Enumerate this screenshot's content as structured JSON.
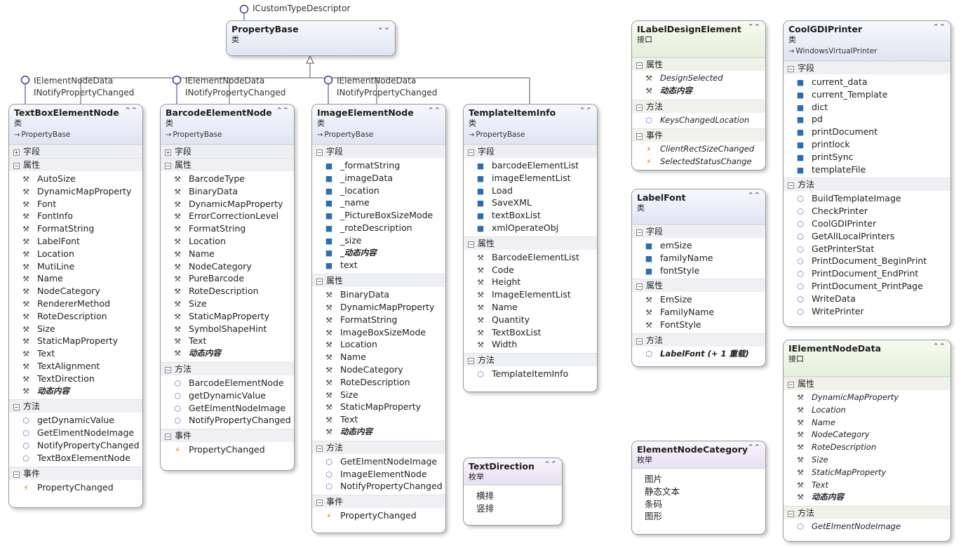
{
  "labels": {
    "fields": "字段",
    "properties": "属性",
    "methods": "方法",
    "events": "事件"
  },
  "top_interface": "ICustomTypeDescriptor",
  "lollipop_labels": {
    "textbox": [
      "IElementNodeData",
      "INotifyPropertyChanged"
    ],
    "barcode": [
      "IElementNodeData",
      "INotifyPropertyChanged"
    ],
    "image": [
      "IElementNodeData",
      "INotifyPropertyChanged"
    ]
  },
  "propertybase": {
    "name": "PropertyBase",
    "kind": "类"
  },
  "textbox": {
    "name": "TextBoxElementNode",
    "kind": "类",
    "base": "PropertyBase",
    "properties": [
      "AutoSize",
      "DynamicMapProperty",
      "Font",
      "FontInfo",
      "FormatString",
      "LabelFont",
      "Location",
      "MutiLine",
      "Name",
      "NodeCategory",
      "RendererMethod",
      "RoteDescription",
      "Size",
      "StaticMapProperty",
      "Text",
      "TextAlignment",
      "TextDirection",
      "动态内容"
    ],
    "methods": [
      "getDynamicValue",
      "GetElmentNodeImage",
      "NotifyPropertyChanged",
      "TextBoxElementNode"
    ],
    "events": [
      "PropertyChanged"
    ]
  },
  "barcode": {
    "name": "BarcodeElementNode",
    "kind": "类",
    "base": "PropertyBase",
    "properties": [
      "BarcodeType",
      "BinaryData",
      "DynamicMapProperty",
      "ErrorCorrectionLevel",
      "FormatString",
      "Location",
      "Name",
      "NodeCategory",
      "PureBarcode",
      "RoteDescription",
      "Size",
      "StaticMapProperty",
      "SymbolShapeHint",
      "Text",
      "动态内容"
    ],
    "methods": [
      "BarcodeElementNode",
      "getDynamicValue",
      "GetElmentNodeImage",
      "NotifyPropertyChanged"
    ],
    "events": [
      "PropertyChanged"
    ]
  },
  "image": {
    "name": "ImageElementNode",
    "kind": "类",
    "base": "PropertyBase",
    "fields": [
      "_formatString",
      "_imageData",
      "_location",
      "_name",
      "_PictureBoxSizeMode",
      "_roteDescription",
      "_size",
      "_动态内容",
      "text"
    ],
    "properties": [
      "BinaryData",
      "DynamicMapProperty",
      "FormatString",
      "ImageBoxSizeMode",
      "Location",
      "Name",
      "NodeCategory",
      "RoteDescription",
      "Size",
      "StaticMapProperty",
      "Text",
      "动态内容"
    ],
    "methods": [
      "GetElmentNodeImage",
      "ImageElementNode",
      "NotifyPropertyChanged"
    ],
    "events": [
      "PropertyChanged"
    ]
  },
  "template": {
    "name": "TemplateItemInfo",
    "kind": "类",
    "base": "PropertyBase",
    "fields": [
      "barcodeElementList",
      "imageElementList",
      "Load",
      "SaveXML",
      "textBoxList",
      "xmlOperateObj"
    ],
    "properties": [
      "BarcodeElementList",
      "Code",
      "Height",
      "ImageElementList",
      "Name",
      "Quantity",
      "TextBoxList",
      "Width"
    ],
    "methods": [
      "TemplateItemInfo"
    ]
  },
  "textdirection": {
    "name": "TextDirection",
    "kind": "枚举",
    "values": [
      "横排",
      "竖排"
    ]
  },
  "ilabel": {
    "name": "ILabelDesignElement",
    "kind": "接口",
    "properties": [
      "DesignSelected",
      "动态内容"
    ],
    "methods": [
      "KeysChangedLocation"
    ],
    "events": [
      "ClientRectSizeChanged",
      "SelectedStatusChange"
    ]
  },
  "labelfont": {
    "name": "LabelFont",
    "kind": "类",
    "fields": [
      "emSize",
      "familyName",
      "fontStyle"
    ],
    "properties": [
      "EmSize",
      "FamilyName",
      "FontStyle"
    ],
    "methods": [
      "LabelFont (+ 1 重载)"
    ]
  },
  "category": {
    "name": "ElementNodeCategory",
    "kind": "枚举",
    "values": [
      "图片",
      "静态文本",
      "条码",
      "图形"
    ]
  },
  "printer": {
    "name": "CoolGDIPrinter",
    "kind": "类",
    "base": "WindowsVirtualPrinter",
    "fields": [
      "current_data",
      "current_Template",
      "dict",
      "pd",
      "printDocument",
      "printlock",
      "printSync",
      "templateFile"
    ],
    "methods": [
      "BuildTemplateImage",
      "CheckPrinter",
      "CoolGDIPrinter",
      "GetAllLocalPrinters",
      "GetPrinterStat",
      "PrintDocument_BeginPrint",
      "PrintDocument_EndPrint",
      "PrintDocument_PrintPage",
      "WriteData",
      "WritePrinter"
    ]
  },
  "inode": {
    "name": "IElementNodeData",
    "kind": "接口",
    "properties": [
      "DynamicMapProperty",
      "Location",
      "Name",
      "NodeCategory",
      "RoteDescription",
      "Size",
      "StaticMapProperty",
      "Text",
      "动态内容"
    ],
    "methods": [
      "GetElmentNodeImage"
    ]
  },
  "icons": {
    "property": "wrench-icon",
    "field": "field-cube-icon",
    "method": "method-cube-icon",
    "event": "lightning-icon",
    "base": "inheritance-arrow-icon",
    "collapse": "chevron-up-icon",
    "expand": "chevron-down-icon"
  },
  "colors": {
    "class_header": "#dfe5f3",
    "interface_header": "#e4efd9",
    "enum_header": "#e6e0f2",
    "connector": "#555555",
    "lollipop": "#3a3a8c"
  }
}
